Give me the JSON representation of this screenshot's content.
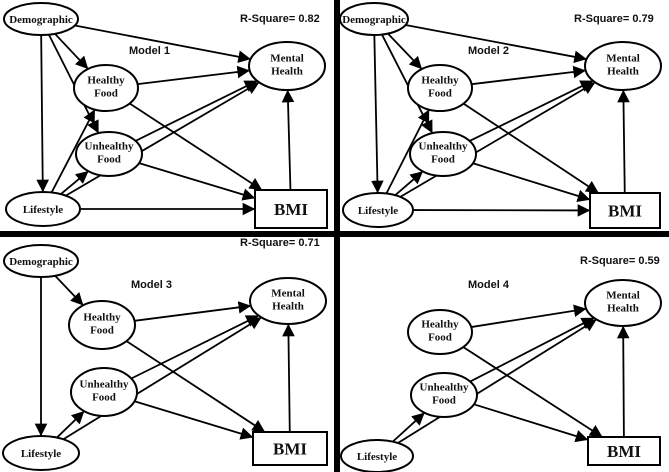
{
  "labels": {
    "demographic": "Demographic",
    "healthy_food": [
      "Healthy",
      "Food"
    ],
    "unhealthy_food": [
      "Unhealthy",
      "Food"
    ],
    "mental_health": [
      "Mental",
      "Health"
    ],
    "lifestyle": "Lifestyle",
    "bmi": "BMI"
  },
  "panels": [
    {
      "model": "Model 1",
      "r_square": "R-Square= 0.82",
      "nodes": [
        "demographic",
        "healthy_food",
        "unhealthy_food",
        "mental_health",
        "lifestyle",
        "bmi"
      ],
      "edges": [
        [
          "demographic",
          "mental_health"
        ],
        [
          "demographic",
          "healthy_food"
        ],
        [
          "demographic",
          "unhealthy_food"
        ],
        [
          "demographic",
          "lifestyle"
        ],
        [
          "lifestyle",
          "healthy_food"
        ],
        [
          "lifestyle",
          "unhealthy_food"
        ],
        [
          "lifestyle",
          "mental_health"
        ],
        [
          "lifestyle",
          "bmi"
        ],
        [
          "healthy_food",
          "mental_health"
        ],
        [
          "healthy_food",
          "bmi"
        ],
        [
          "unhealthy_food",
          "mental_health"
        ],
        [
          "unhealthy_food",
          "bmi"
        ],
        [
          "bmi",
          "mental_health"
        ]
      ]
    },
    {
      "model": "Model 2",
      "r_square": "R-Square= 0.79",
      "nodes": [
        "demographic",
        "healthy_food",
        "unhealthy_food",
        "mental_health",
        "lifestyle",
        "bmi"
      ],
      "edges": [
        [
          "demographic",
          "mental_health"
        ],
        [
          "demographic",
          "healthy_food"
        ],
        [
          "demographic",
          "unhealthy_food"
        ],
        [
          "demographic",
          "lifestyle"
        ],
        [
          "lifestyle",
          "healthy_food"
        ],
        [
          "lifestyle",
          "unhealthy_food"
        ],
        [
          "lifestyle",
          "mental_health"
        ],
        [
          "lifestyle",
          "bmi"
        ],
        [
          "healthy_food",
          "mental_health"
        ],
        [
          "healthy_food",
          "bmi"
        ],
        [
          "unhealthy_food",
          "mental_health"
        ],
        [
          "unhealthy_food",
          "bmi"
        ],
        [
          "bmi",
          "mental_health"
        ]
      ]
    },
    {
      "model": "Model 3",
      "r_square": "R-Square= 0.71",
      "nodes": [
        "demographic",
        "healthy_food",
        "unhealthy_food",
        "mental_health",
        "lifestyle",
        "bmi"
      ],
      "edges": [
        [
          "demographic",
          "healthy_food"
        ],
        [
          "demographic",
          "lifestyle"
        ],
        [
          "lifestyle",
          "unhealthy_food"
        ],
        [
          "lifestyle",
          "mental_health"
        ],
        [
          "healthy_food",
          "mental_health"
        ],
        [
          "healthy_food",
          "bmi"
        ],
        [
          "unhealthy_food",
          "mental_health"
        ],
        [
          "unhealthy_food",
          "bmi"
        ],
        [
          "bmi",
          "mental_health"
        ]
      ]
    },
    {
      "model": "Model 4",
      "r_square": "R-Square= 0.59",
      "nodes": [
        "healthy_food",
        "unhealthy_food",
        "mental_health",
        "lifestyle",
        "bmi"
      ],
      "edges": [
        [
          "lifestyle",
          "unhealthy_food"
        ],
        [
          "lifestyle",
          "mental_health"
        ],
        [
          "healthy_food",
          "mental_health"
        ],
        [
          "healthy_food",
          "bmi"
        ],
        [
          "unhealthy_food",
          "mental_health"
        ],
        [
          "unhealthy_food",
          "bmi"
        ],
        [
          "bmi",
          "mental_health"
        ]
      ]
    }
  ]
}
